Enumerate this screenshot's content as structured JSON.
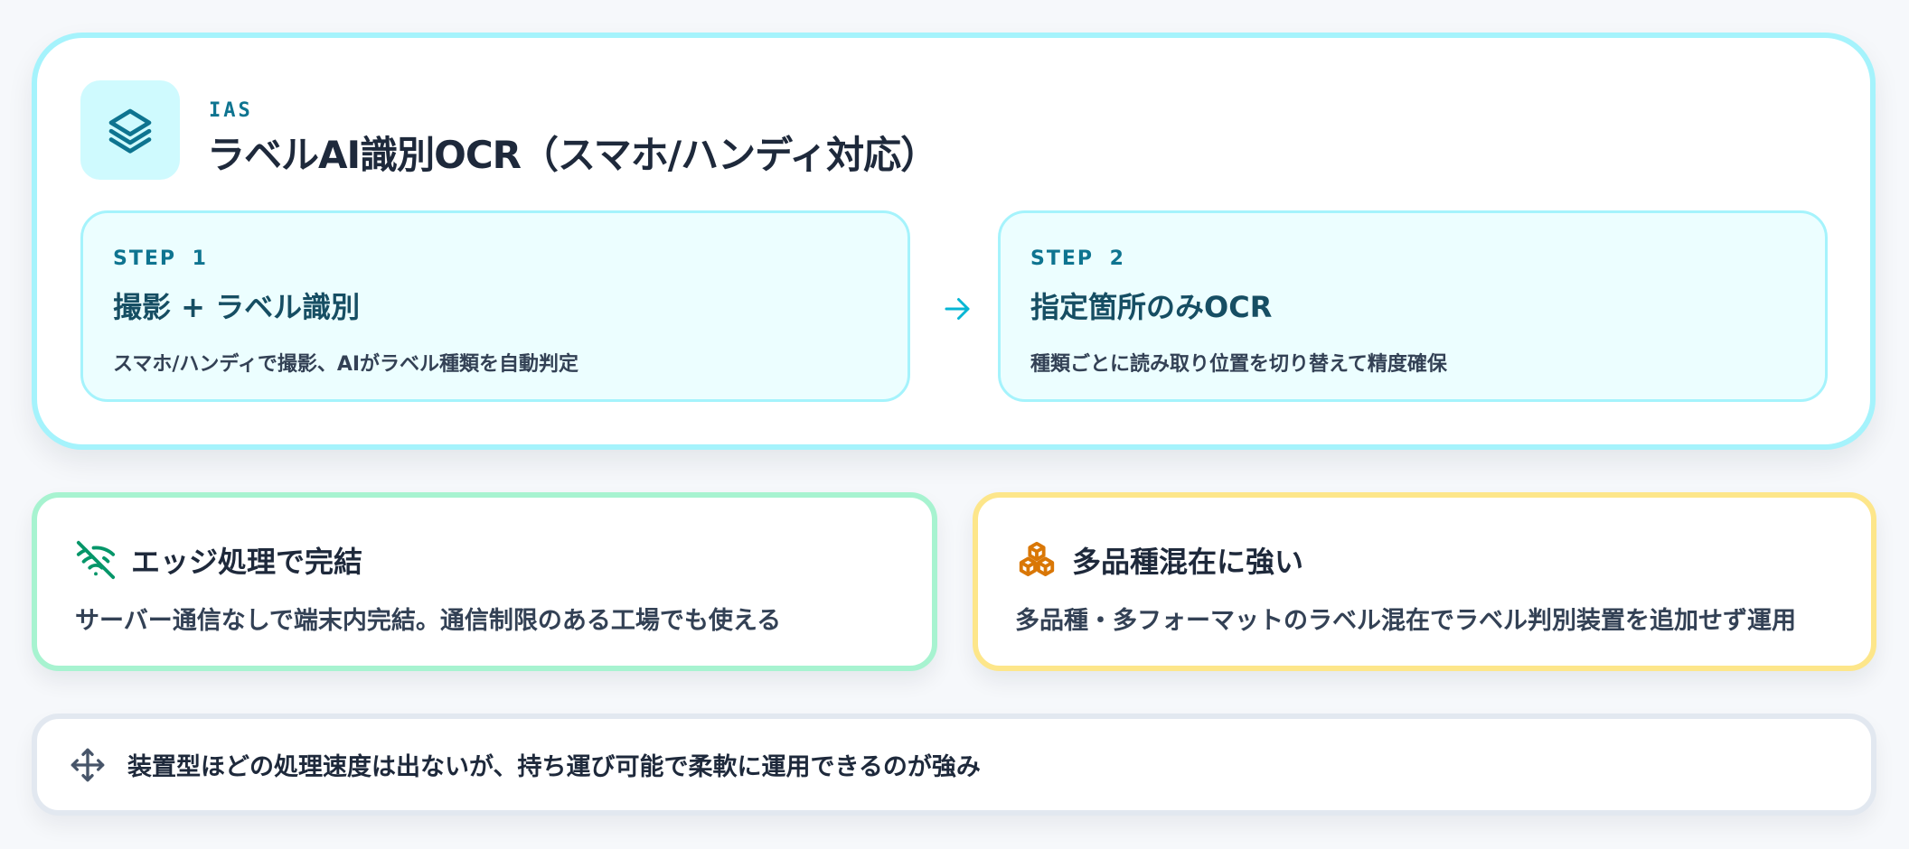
{
  "header": {
    "kicker": "IAS",
    "title": "ラベルAI識別OCR（スマホ/ハンディ対応）",
    "icon": "layers-icon"
  },
  "steps": [
    {
      "label": "STEP 1",
      "title": "撮影 + ラベル識別",
      "description": "スマホ/ハンディで撮影、AIがラベル種類を自動判定"
    },
    {
      "label": "STEP 2",
      "title": "指定箇所のみOCR",
      "description": "種類ごとに読み取り位置を切り替えて精度確保"
    }
  ],
  "step_connector_icon": "arrow-right-icon",
  "features": [
    {
      "icon": "wifi-off-icon",
      "title": "エッジ処理で完結",
      "description": "サーバー通信なしで端末内完結。通信制限のある工場でも使える",
      "accent": "#059669",
      "border": "#a7f3d0"
    },
    {
      "icon": "boxes-icon",
      "title": "多品種混在に強い",
      "description": "多品種・多フォーマットのラベル混在でラベル判別装置を追加せず運用",
      "accent": "#d97706",
      "border": "#fde68a"
    }
  ],
  "note": {
    "icon": "move-icon",
    "text": "装置型ほどの処理速度は出ないが、持ち運び可能で柔軟に運用できるのが強み"
  },
  "colors": {
    "primary": "#0e7490",
    "primary_border": "#a5f3fc",
    "step_bg": "#ecfeff",
    "background": "#f6f8fb"
  }
}
